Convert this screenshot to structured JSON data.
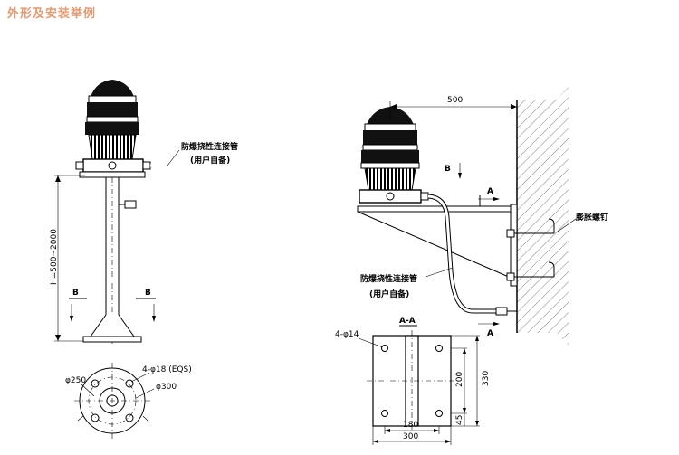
{
  "title": "外形及安装举例",
  "left_view": {
    "hose_label": "防爆挠性连接管",
    "hose_note": "(用户自备)",
    "height_dim": "H=500~2000",
    "section_left": "B",
    "section_right": "B"
  },
  "base_view": {
    "diameter_250": "φ250",
    "holes": "4-φ18 (EQS)",
    "diameter_300": "φ300"
  },
  "right_view": {
    "dim_500": "500",
    "section_b": "B",
    "section_a_top": "A",
    "section_a_bottom": "A",
    "bolt_label": "膨胀螺钉",
    "hose_label": "防爆挠性连接管",
    "hose_note": "(用户自备)"
  },
  "plate_view": {
    "section": "A-A",
    "holes": "4-φ14",
    "dim_180": "180",
    "dim_300_w": "300",
    "dim_330": "330",
    "dim_200": "200",
    "dim_45": "45"
  }
}
